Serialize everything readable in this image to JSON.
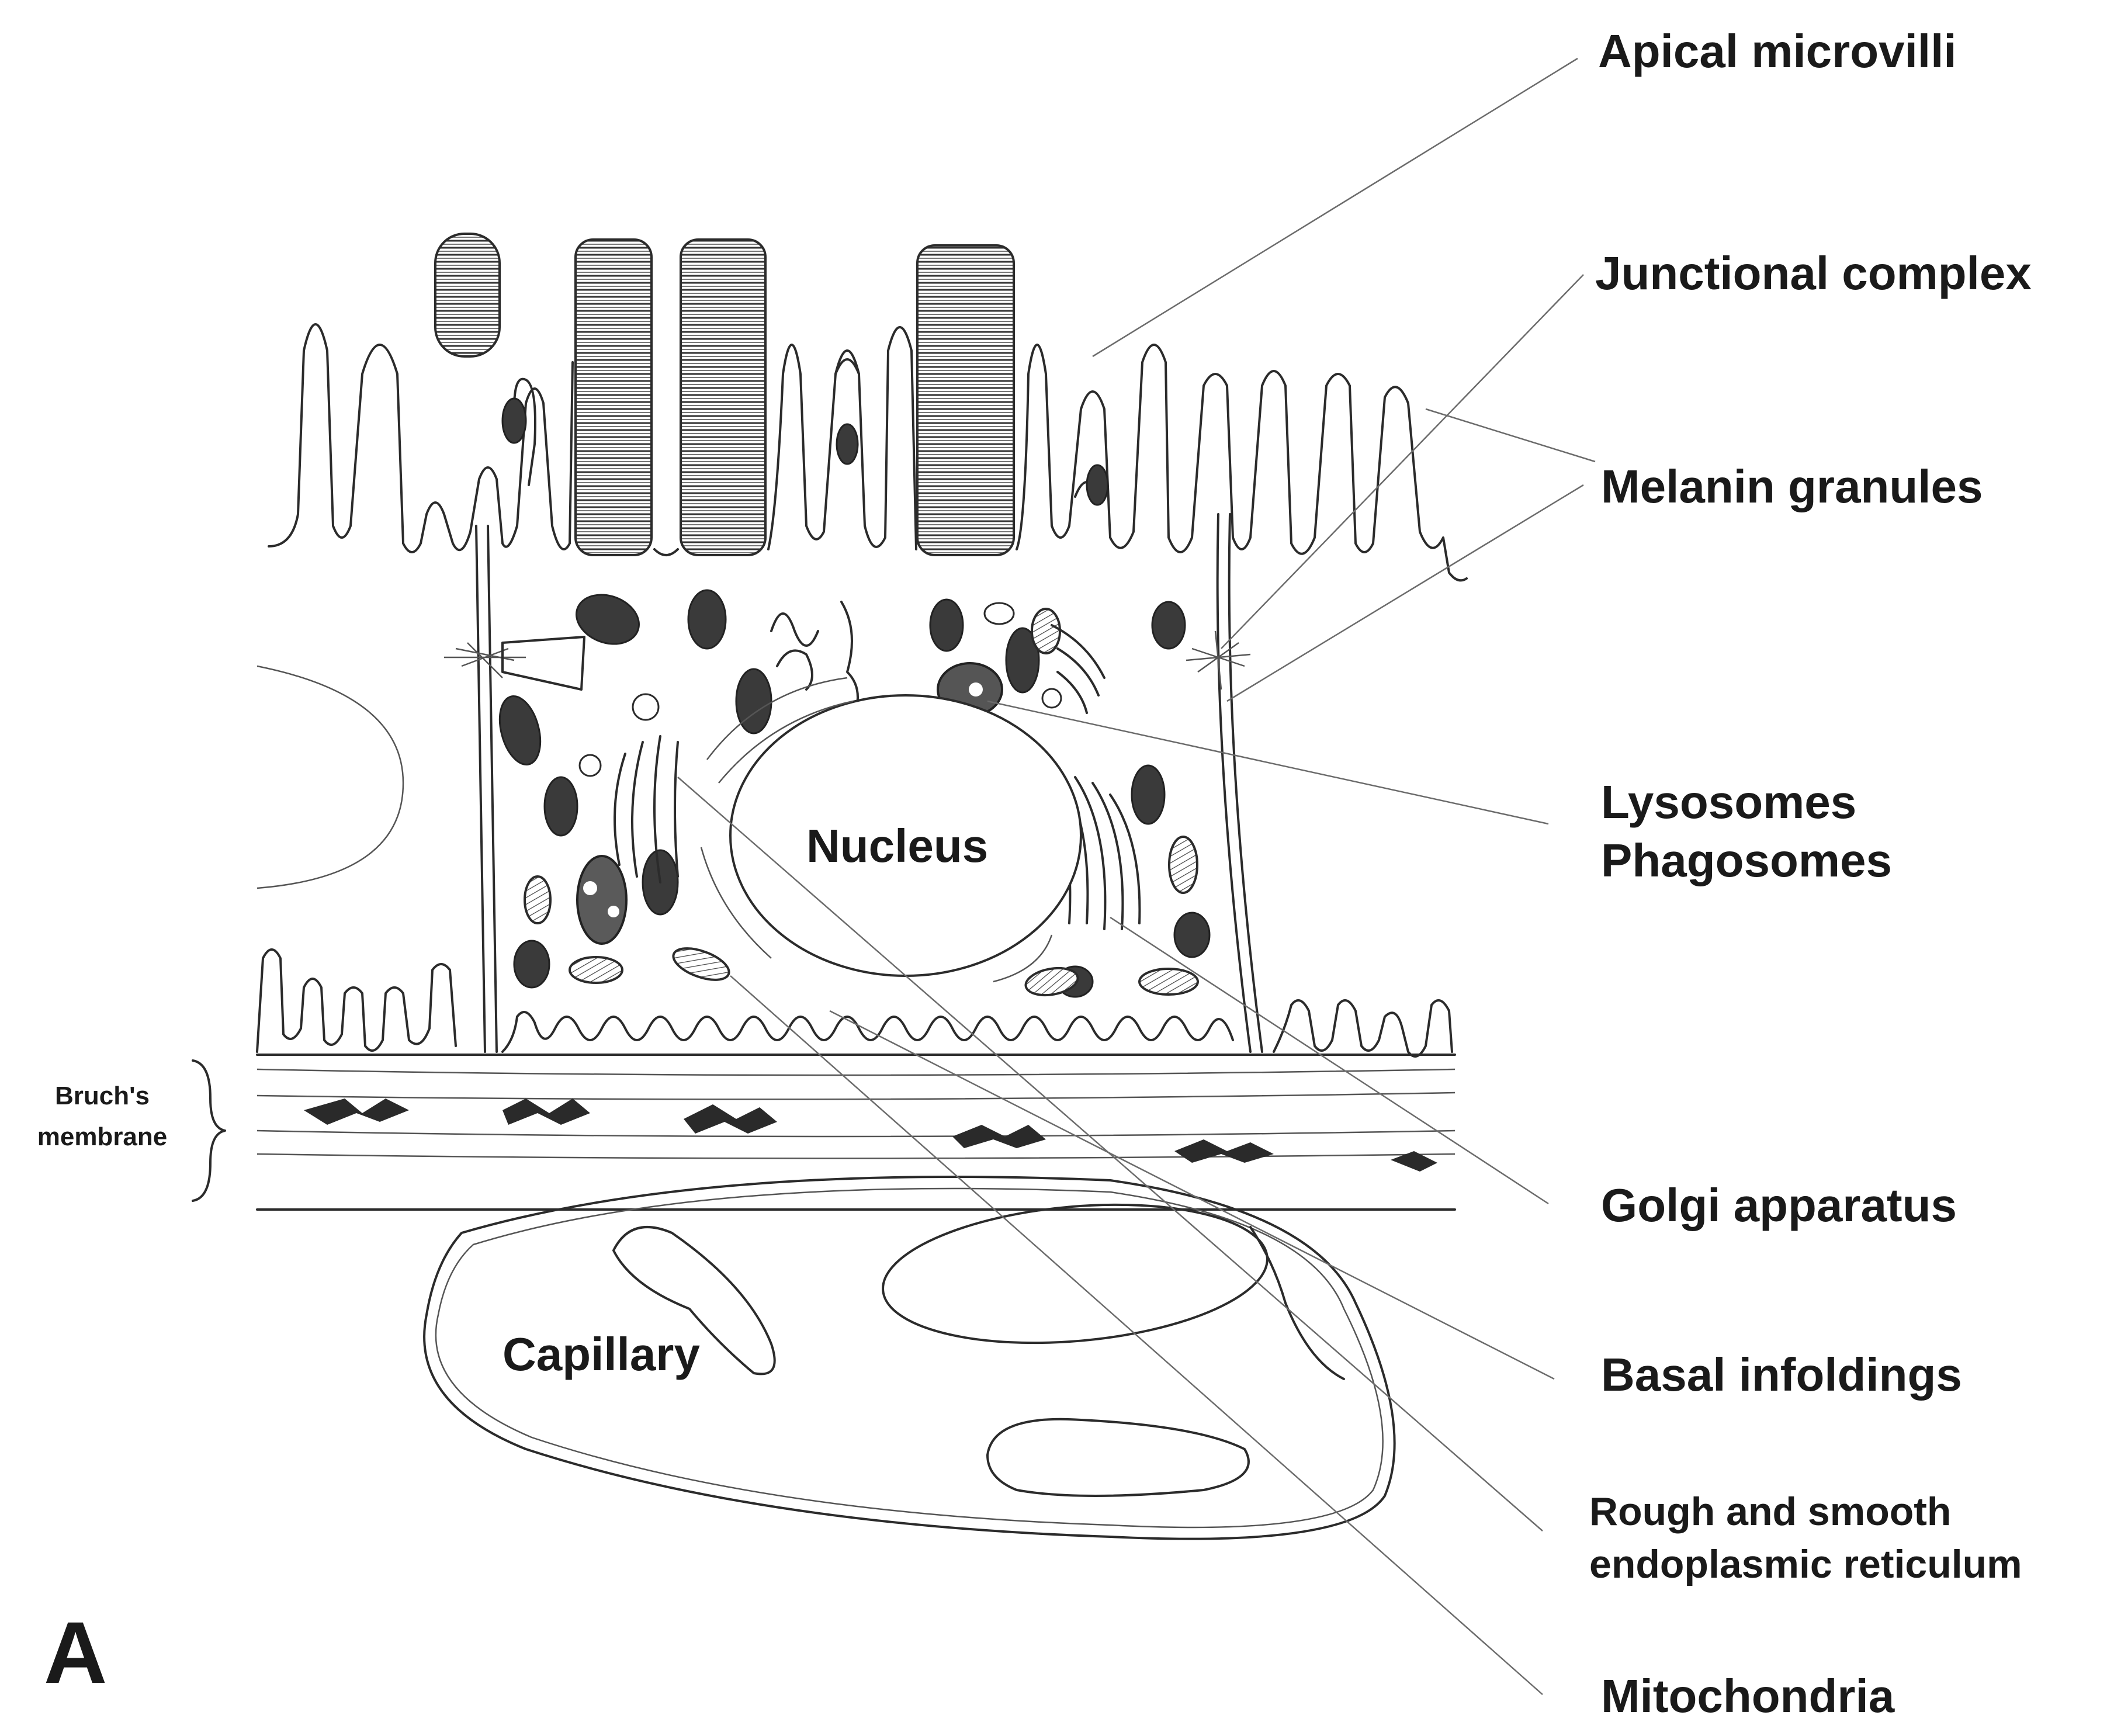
{
  "panel_letter": "A",
  "labels": {
    "apical_microvilli": "Apical microvilli",
    "junctional_complex": "Junctional complex",
    "melanin_granules": "Melanin granules",
    "lysosomes": "Lysosomes",
    "phagosomes": "Phagosomes",
    "golgi_apparatus": "Golgi apparatus",
    "basal_infoldings": "Basal infoldings",
    "er_line1": "Rough and smooth",
    "er_line2": "endoplasmic reticulum",
    "mitochondria": "Mitochondria",
    "nucleus": "Nucleus",
    "capillary": "Capillary",
    "bruch_line1": "Bruch's",
    "bruch_line2": "membrane"
  },
  "colors": {
    "ink": "#2b2b2b",
    "leader": "#6b6b6b",
    "background": "#ffffff"
  }
}
